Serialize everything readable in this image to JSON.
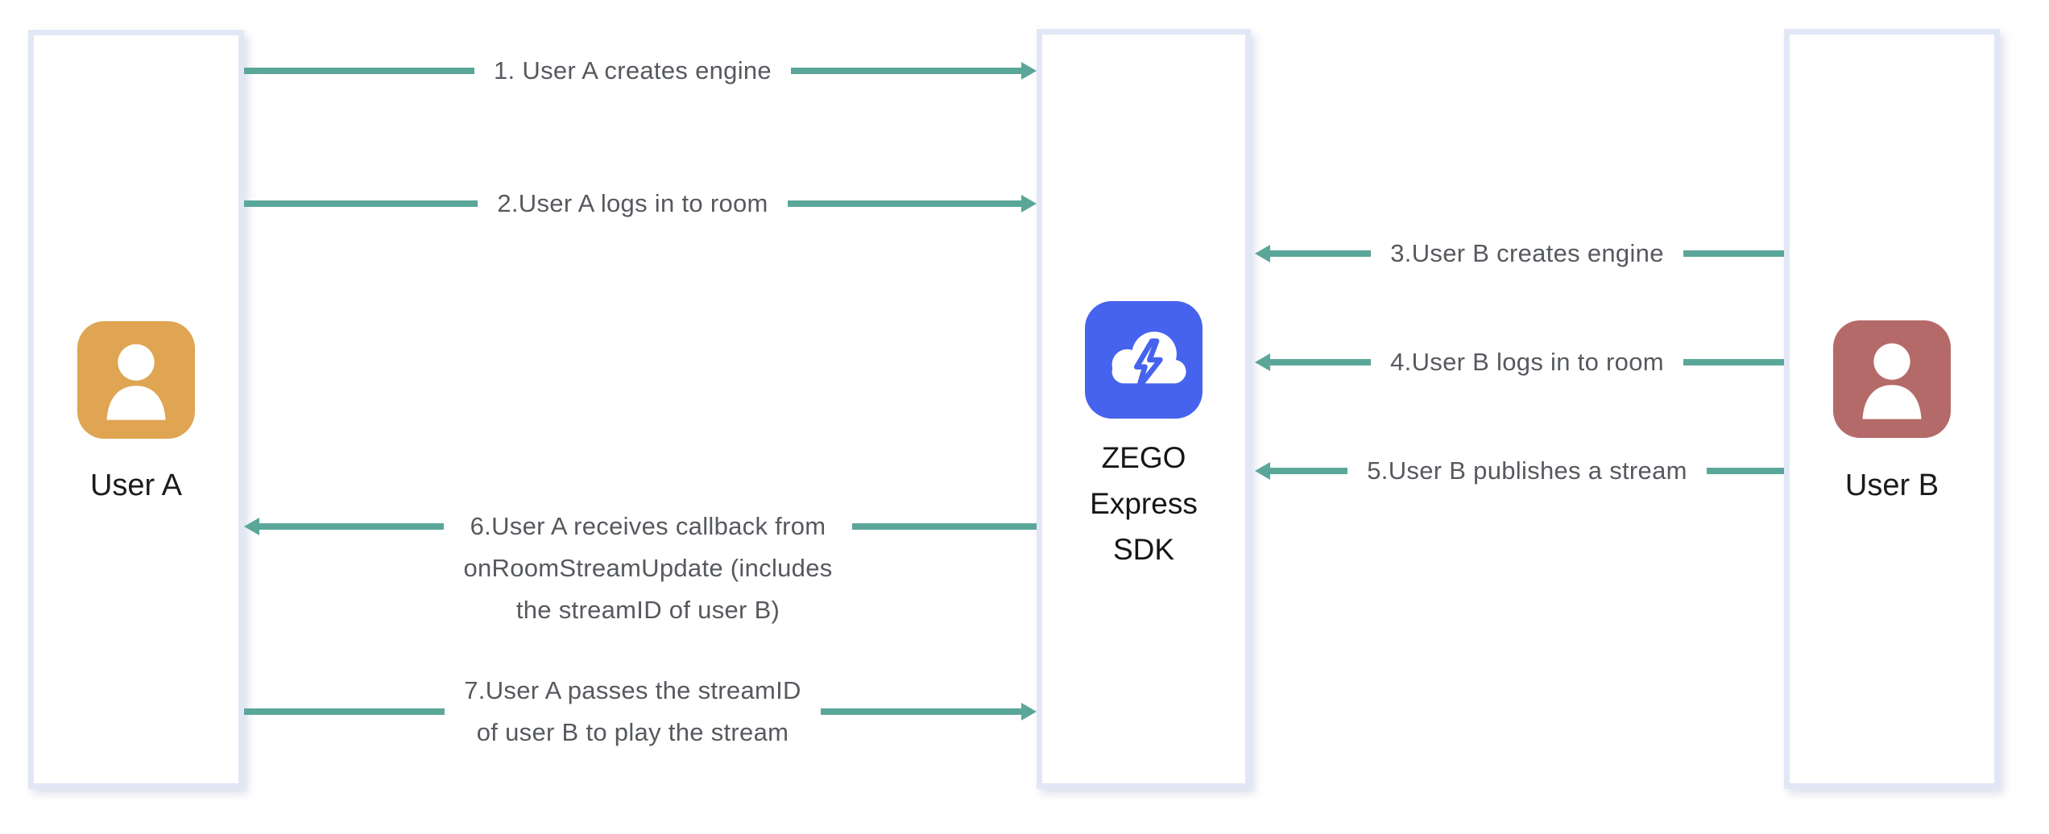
{
  "actors": [
    {
      "label": "User A",
      "icon": "person-icon",
      "color": "#dfa552"
    },
    {
      "label_lines": [
        "ZEGO",
        "Express",
        "SDK"
      ],
      "icon": "cloud-lightning-icon",
      "color": "#4663ee"
    },
    {
      "label": "User B",
      "icon": "person-icon",
      "color": "#b56a6a"
    }
  ],
  "messages": [
    {
      "label": "1. User A creates engine",
      "from": "User A",
      "to": "ZEGO Express SDK"
    },
    {
      "label": "2.User A logs in to room",
      "from": "User A",
      "to": "ZEGO Express SDK"
    },
    {
      "label": "3.User B creates engine",
      "from": "User B",
      "to": "ZEGO Express SDK"
    },
    {
      "label": "4.User B logs in to room",
      "from": "User B",
      "to": "ZEGO Express SDK"
    },
    {
      "label": "5.User B publishes a stream",
      "from": "User B",
      "to": "ZEGO Express SDK"
    },
    {
      "lines": [
        "6.User A receives callback from",
        "onRoomStreamUpdate (includes",
        "the streamID of user B)"
      ],
      "from": "ZEGO Express SDK",
      "to": "User A"
    },
    {
      "lines": [
        "7.User A passes the streamID",
        "of user B to play the stream"
      ],
      "from": "User A",
      "to": "ZEGO Express SDK"
    }
  ],
  "colors": {
    "arrow": "#5aa79a",
    "box_border": "#e2e7f6",
    "message_text": "#56595e",
    "actor_text": "#1b1b1b",
    "user_a_icon": "#dfa552",
    "user_b_icon": "#b56a6a",
    "sdk_icon": "#4663ee"
  }
}
